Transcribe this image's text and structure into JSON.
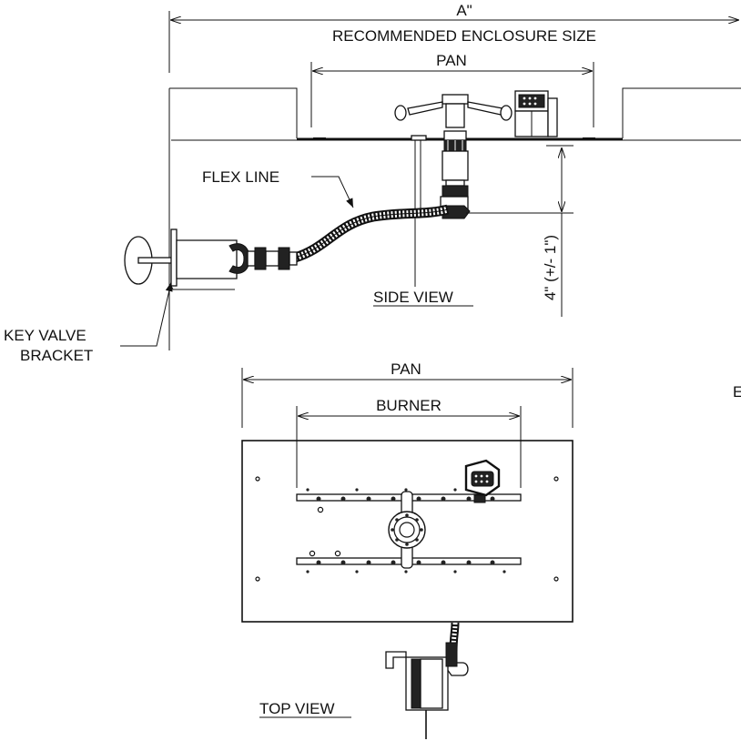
{
  "labels": {
    "dim_a": "A\"",
    "enclosure": "RECOMMENDED ENCLOSURE SIZE",
    "pan_side": "PAN",
    "flex_line": "FLEX LINE",
    "key_valve_line1": "KEY VALVE",
    "key_valve_line2": "BRACKET",
    "side_view": "SIDE VIEW",
    "height_dim": "4\" (+/- 1\")",
    "pan_top": "PAN",
    "burner": "BURNER",
    "top_view": "TOP VIEW",
    "edge_clip": "E"
  },
  "colors": {
    "line": "#111111",
    "background": "#ffffff"
  }
}
